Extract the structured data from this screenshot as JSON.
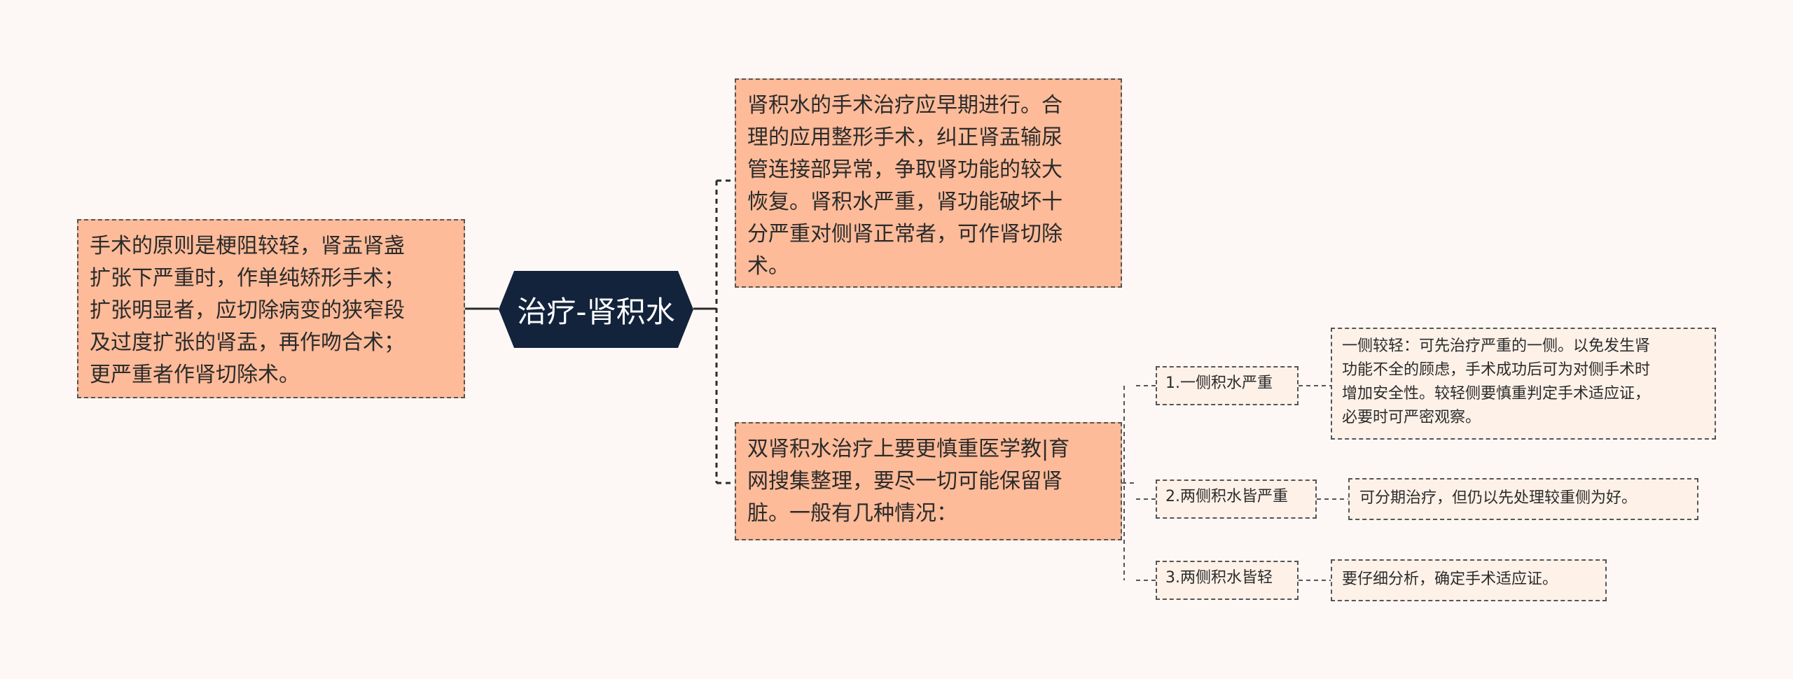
{
  "mindmap": {
    "root": "治疗-肾积水",
    "left": {
      "lines": [
        "手术的原则是梗阻较轻，肾盂肾盏",
        "扩张下严重时，作单纯矫形手术；",
        "扩张明显者，应切除病变的狭窄段",
        "及过度扩张的肾盂，再作吻合术；",
        "更严重者作肾切除术。"
      ]
    },
    "right_top": {
      "lines": [
        "肾积水的手术治疗应早期进行。合",
        "理的应用整形手术，纠正肾盂输尿",
        "管连接部异常，争取肾功能的较大",
        "恢复。肾积水严重，肾功能破坏十",
        "分严重对侧肾正常者，可作肾切除",
        "术。"
      ]
    },
    "right_bottom": {
      "lines": [
        "双肾积水治疗上要更慎重医学教|育",
        "网搜集整理，要尽一切可能保留肾",
        "脏。一般有几种情况："
      ]
    },
    "cases": [
      {
        "label": "1.一侧积水严重",
        "detail": [
          "一侧较轻：可先治疗严重的一侧。以免发生肾",
          "功能不全的顾虑，手术成功后可为对侧手术时",
          "增加安全性。较轻侧要慎重判定手术适应证，",
          "必要时可严密观察。"
        ]
      },
      {
        "label": "2.两侧积水皆严重",
        "detail": [
          "可分期治疗，但仍以先处理较重侧为好。"
        ]
      },
      {
        "label": "3.两侧积水皆轻",
        "detail": [
          "要仔细分析，确定手术适应证。"
        ]
      }
    ]
  }
}
